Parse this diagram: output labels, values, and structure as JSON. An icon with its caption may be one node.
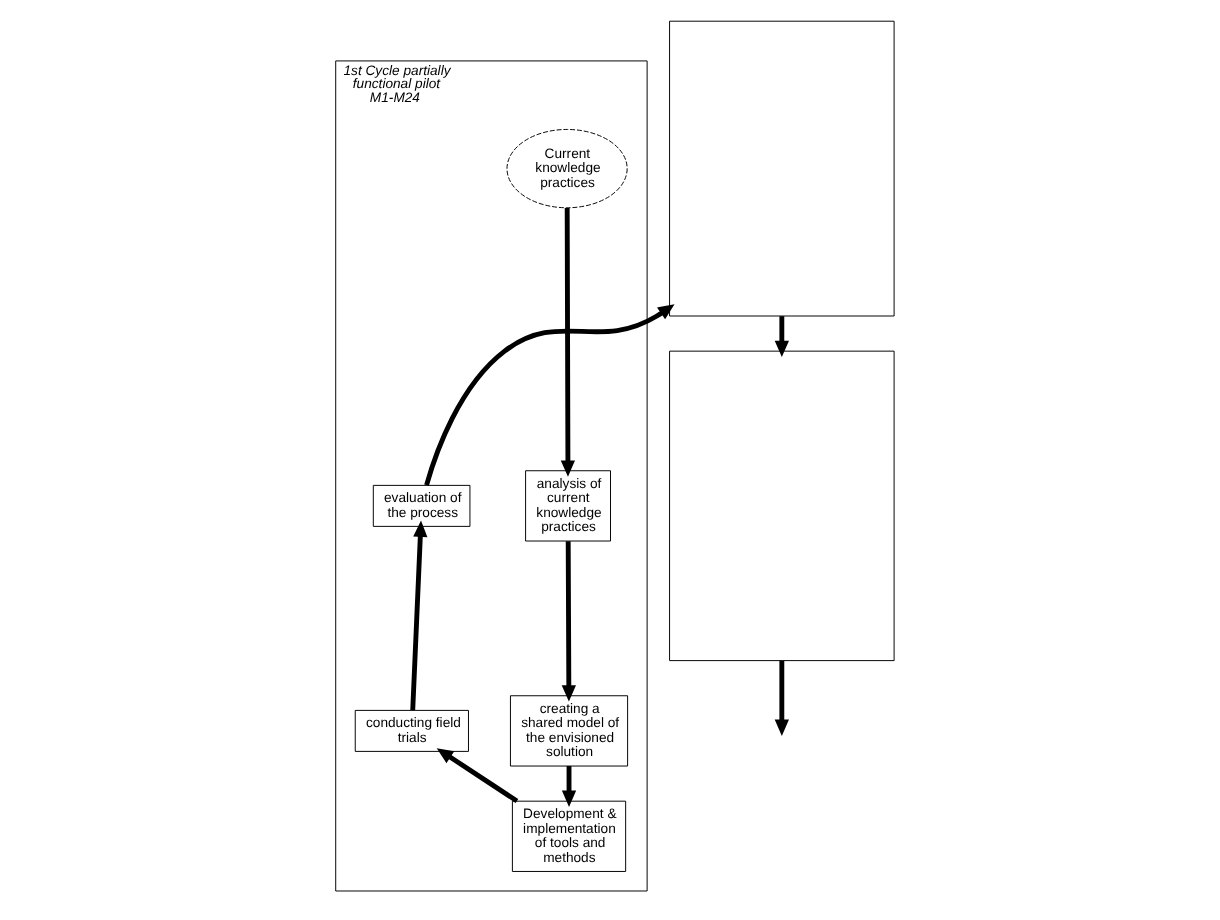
{
  "diagram": {
    "nodes": [
      {
        "text": [
          "1st Cycle partially functional pilot M1-M24"
        ]
      },
      {
        "text": [
          "Current knowledge practices"
        ],
        "in": 0
      },
      {
        "text": [
          "analysis of current knowledge practices"
        ],
        "in": 0
      },
      {
        "text": [
          "creating a shared model of the envisioned solution"
        ],
        "in": 0
      },
      {
        "text": [
          "Development & implementation of tools and methods"
        ],
        "in": 0
      },
      {
        "text": [
          "conducting field trials"
        ],
        "in": 0
      },
      {
        "text": [
          "evaluation of the process"
        ],
        "in": 0
      },
      {
        "text": [],
        "shape": "box"
      },
      {
        "text": [],
        "shape": "box"
      }
    ],
    "edges": [
      {
        "from": 1,
        "to": 2,
        "arrow": "to"
      },
      {
        "from": 2,
        "to": 3,
        "arrow": "to"
      },
      {
        "from": 3,
        "to": 4,
        "arrow": "to"
      },
      {
        "from": 4,
        "to": 5,
        "arrow": "to"
      },
      {
        "from": 5,
        "to": 6,
        "arrow": "to"
      },
      {
        "from": 6,
        "to": 7,
        "arrow": "to"
      },
      {
        "from": 7,
        "to": 8,
        "arrow": "to"
      },
      {
        "from": 8,
        "to": null,
        "arrow": "to"
      }
    ]
  }
}
